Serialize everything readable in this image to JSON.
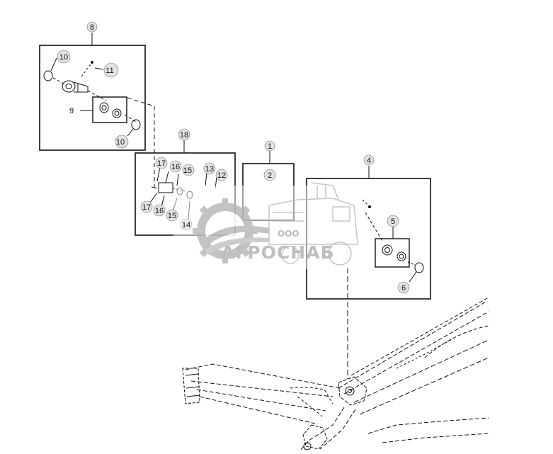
{
  "callouts": {
    "c1": "1",
    "c2": "2",
    "c4": "4",
    "c5": "5",
    "c6": "6",
    "c8": "8",
    "c9": "9",
    "c10a": "10",
    "c10b": "10",
    "c11": "11",
    "c12": "12",
    "c13": "13",
    "c14": "14",
    "c15a": "15",
    "c15b": "15",
    "c16a": "16",
    "c16b": "16",
    "c17a": "17",
    "c17b": "17",
    "c18": "18"
  },
  "watermark": {
    "prefix": "ООО",
    "name": "АГРОСНАБ"
  },
  "colors": {
    "line": "#111111",
    "bubble": "#e2e2e2",
    "watermark": "#b8b8b8"
  }
}
